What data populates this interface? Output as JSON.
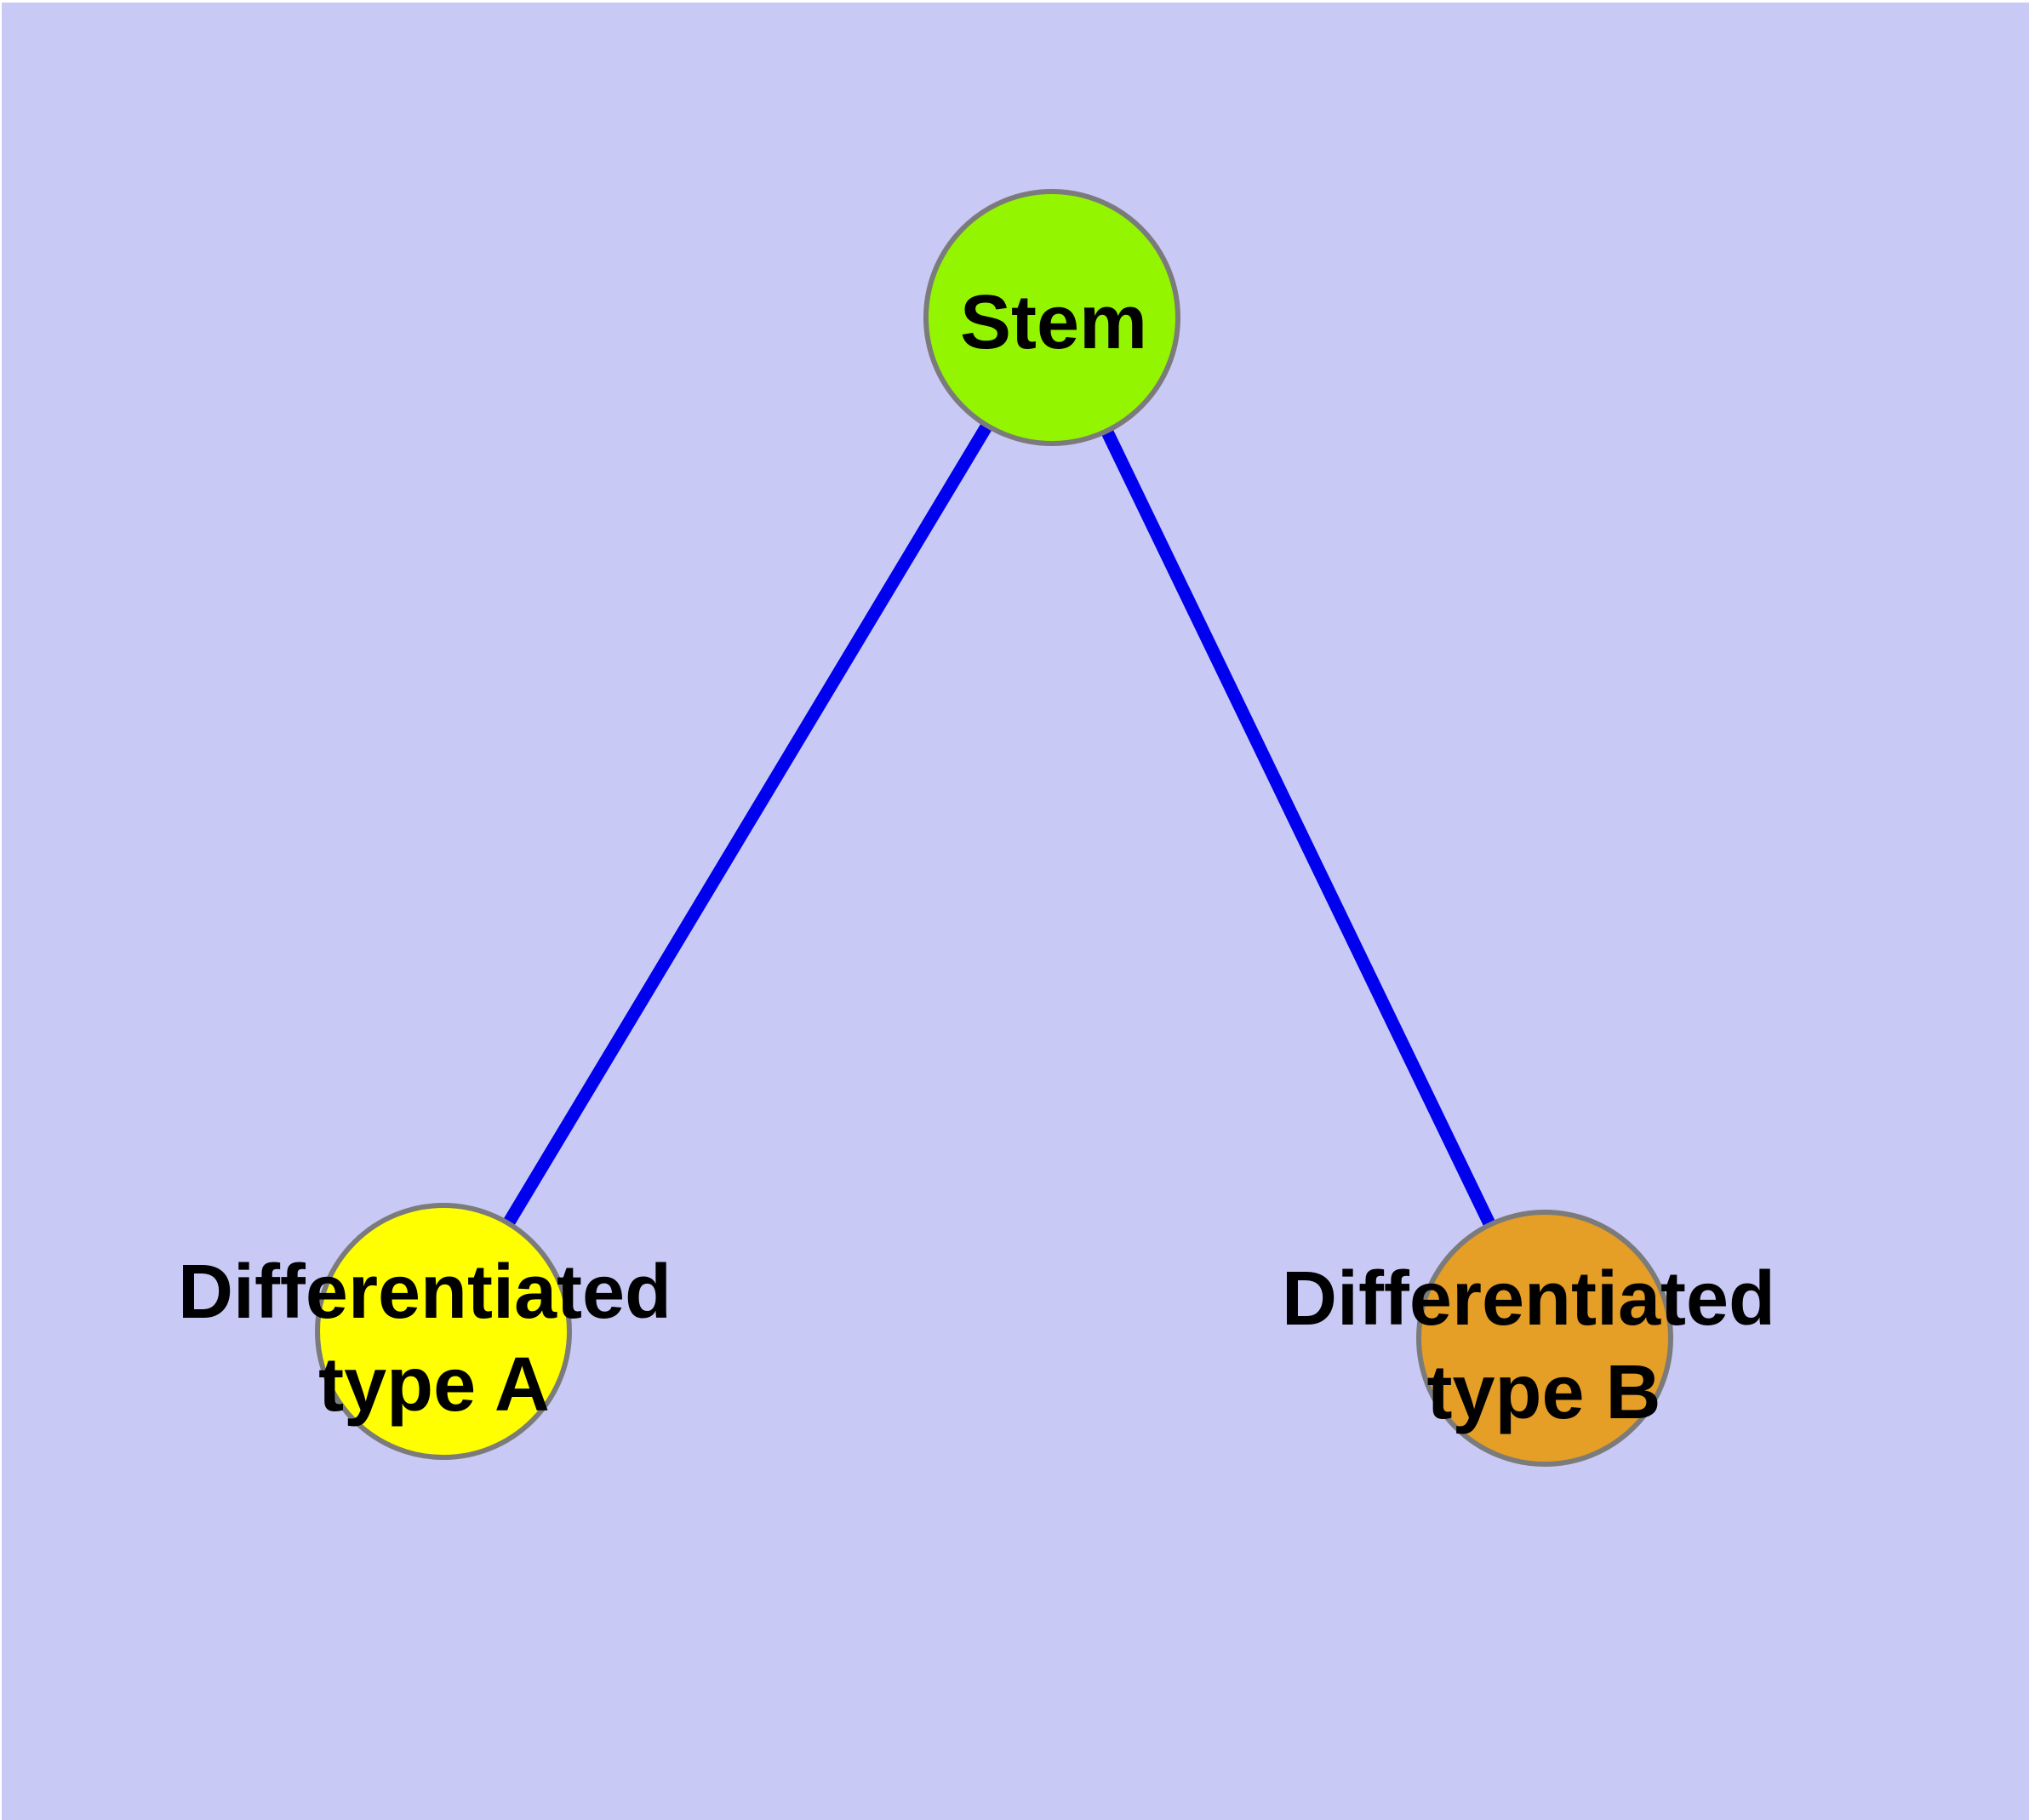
{
  "diagram": {
    "type": "graph",
    "background_color": "#c9c9f5",
    "edge_color": "#0000ee",
    "node_border_color": "#7b7b7b",
    "label_color": "#000000",
    "nodes": [
      {
        "id": "stem",
        "label": "Stem",
        "line1": "Stem",
        "line2": "",
        "color": "#93f500"
      },
      {
        "id": "differentiated-type-a",
        "label": "Differentiated type A",
        "line1": "Differentiated",
        "line2": "type A",
        "color": "#ffff00"
      },
      {
        "id": "differentiated-type-b",
        "label": "Differentiated type B",
        "line1": "Differentiated",
        "line2": "type B",
        "color": "#e59e26"
      }
    ],
    "edges": [
      {
        "from": "stem",
        "to": "differentiated-type-a"
      },
      {
        "from": "stem",
        "to": "differentiated-type-b"
      }
    ]
  }
}
